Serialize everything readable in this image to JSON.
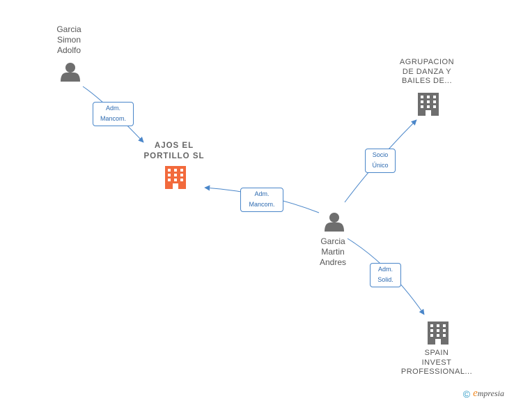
{
  "nodes": {
    "garcia_simon": {
      "label": "Garcia\nSimon\nAdolfo",
      "icon": "person-icon",
      "color": "#6e6e6e"
    },
    "ajos": {
      "label": "AJOS EL\nPORTILLO  SL",
      "icon": "building-icon",
      "color": "#f26a3c"
    },
    "agrupacion": {
      "label": "AGRUPACION\nDE DANZA Y\nBAILES DE...",
      "icon": "building-icon",
      "color": "#6e6e6e"
    },
    "garcia_martin": {
      "label": "Garcia\nMartin\nAndres",
      "icon": "person-icon",
      "color": "#6e6e6e"
    },
    "spain_invest": {
      "label": "SPAIN\nINVEST\nPROFESSIONAL...",
      "icon": "building-icon",
      "color": "#6e6e6e"
    }
  },
  "edges": {
    "simon_ajos": {
      "label": "Adm.\nMancom."
    },
    "martin_ajos": {
      "label": "Adm.\nMancom."
    },
    "martin_agrupacion": {
      "label": "Socio\nÚnico"
    },
    "martin_spain": {
      "label": "Adm.\nSolid."
    }
  },
  "colors": {
    "edge": "#4a86c9",
    "edge_label_text": "#2d6ab0"
  },
  "footer": {
    "copyright": "©",
    "brand_initial": "e",
    "brand_rest": "mpresia"
  }
}
